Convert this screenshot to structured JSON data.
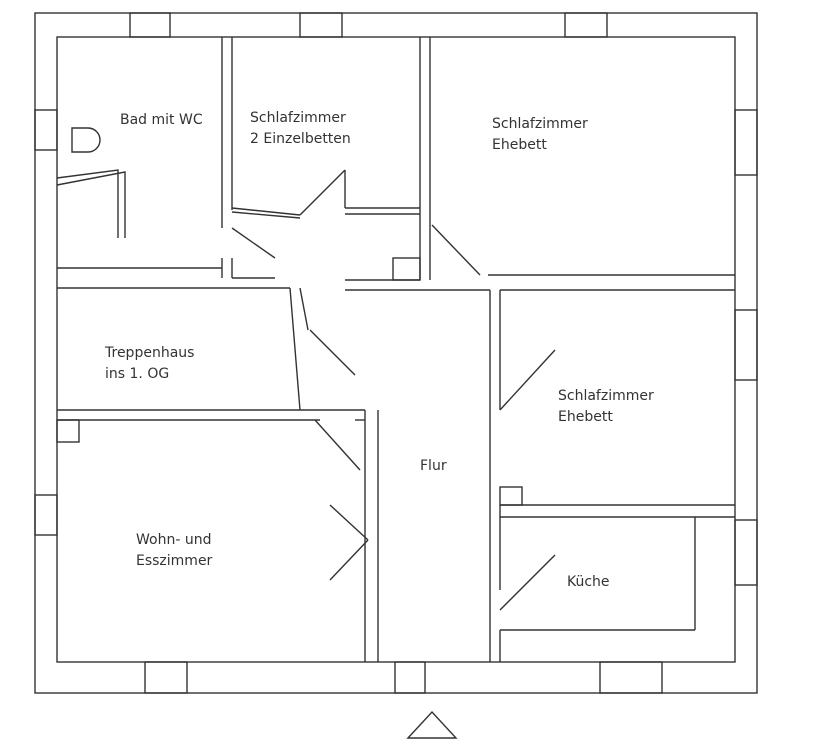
{
  "rooms": {
    "bad": {
      "line1": "Bad mit WC"
    },
    "schlaf_einzel": {
      "line1": "Schlafzimmer",
      "line2": "2 Einzelbetten"
    },
    "schlaf_ehe_1": {
      "line1": "Schlafzimmer",
      "line2": "Ehebett"
    },
    "treppenhaus": {
      "line1": "Treppenhaus",
      "line2": "ins 1. OG"
    },
    "schlaf_ehe_2": {
      "line1": "Schlafzimmer",
      "line2": "Ehebett"
    },
    "flur": {
      "line1": "Flur"
    },
    "wohnen": {
      "line1": "Wohn- und",
      "line2": "Esszimmer"
    },
    "kueche": {
      "line1": "Küche"
    }
  },
  "colors": {
    "ink": "#333333",
    "paper": "#ffffff"
  },
  "north_marker": "triangle"
}
